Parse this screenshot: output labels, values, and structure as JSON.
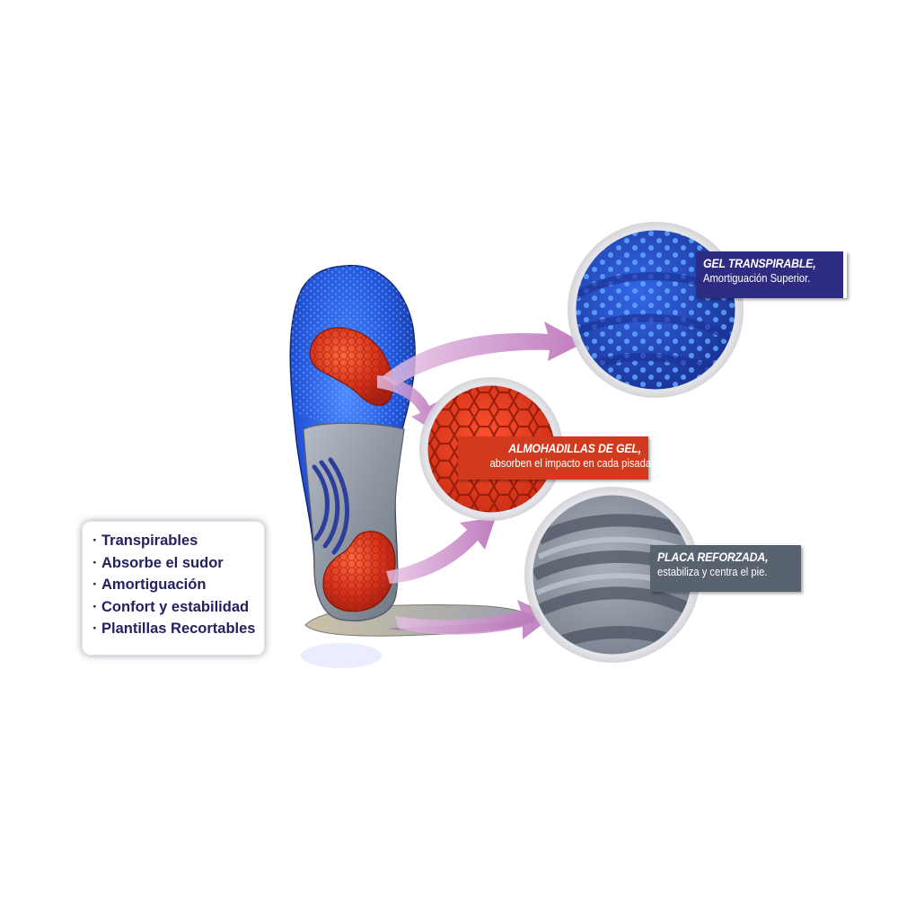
{
  "features": {
    "items": [
      "Transpirables",
      "Absorbe el sudor",
      "Amortiguación",
      "Confort y estabilidad",
      "Plantillas Recortables"
    ]
  },
  "callouts": {
    "gel": {
      "title": "GEL TRANSPIRABLE,",
      "subtitle": "Amortiguación Superior."
    },
    "pads": {
      "title": "ALMOHADILLAS DE GEL,",
      "subtitle": "absorben el impacto en cada pisada."
    },
    "plate": {
      "title": "PLACA REFORZADA,",
      "subtitle": "estabiliza y centra el pie."
    }
  },
  "colors": {
    "gel_blue": "#1f4fd8",
    "pad_red": "#d8321c",
    "plate_gray": "#8f98a3",
    "arrow_pink": "#c98ac8",
    "feature_text": "#25205f",
    "gel_label_bg": "#2e2b82",
    "pads_label_bg": "#d23a1e",
    "plate_label_bg": "#58636f"
  }
}
